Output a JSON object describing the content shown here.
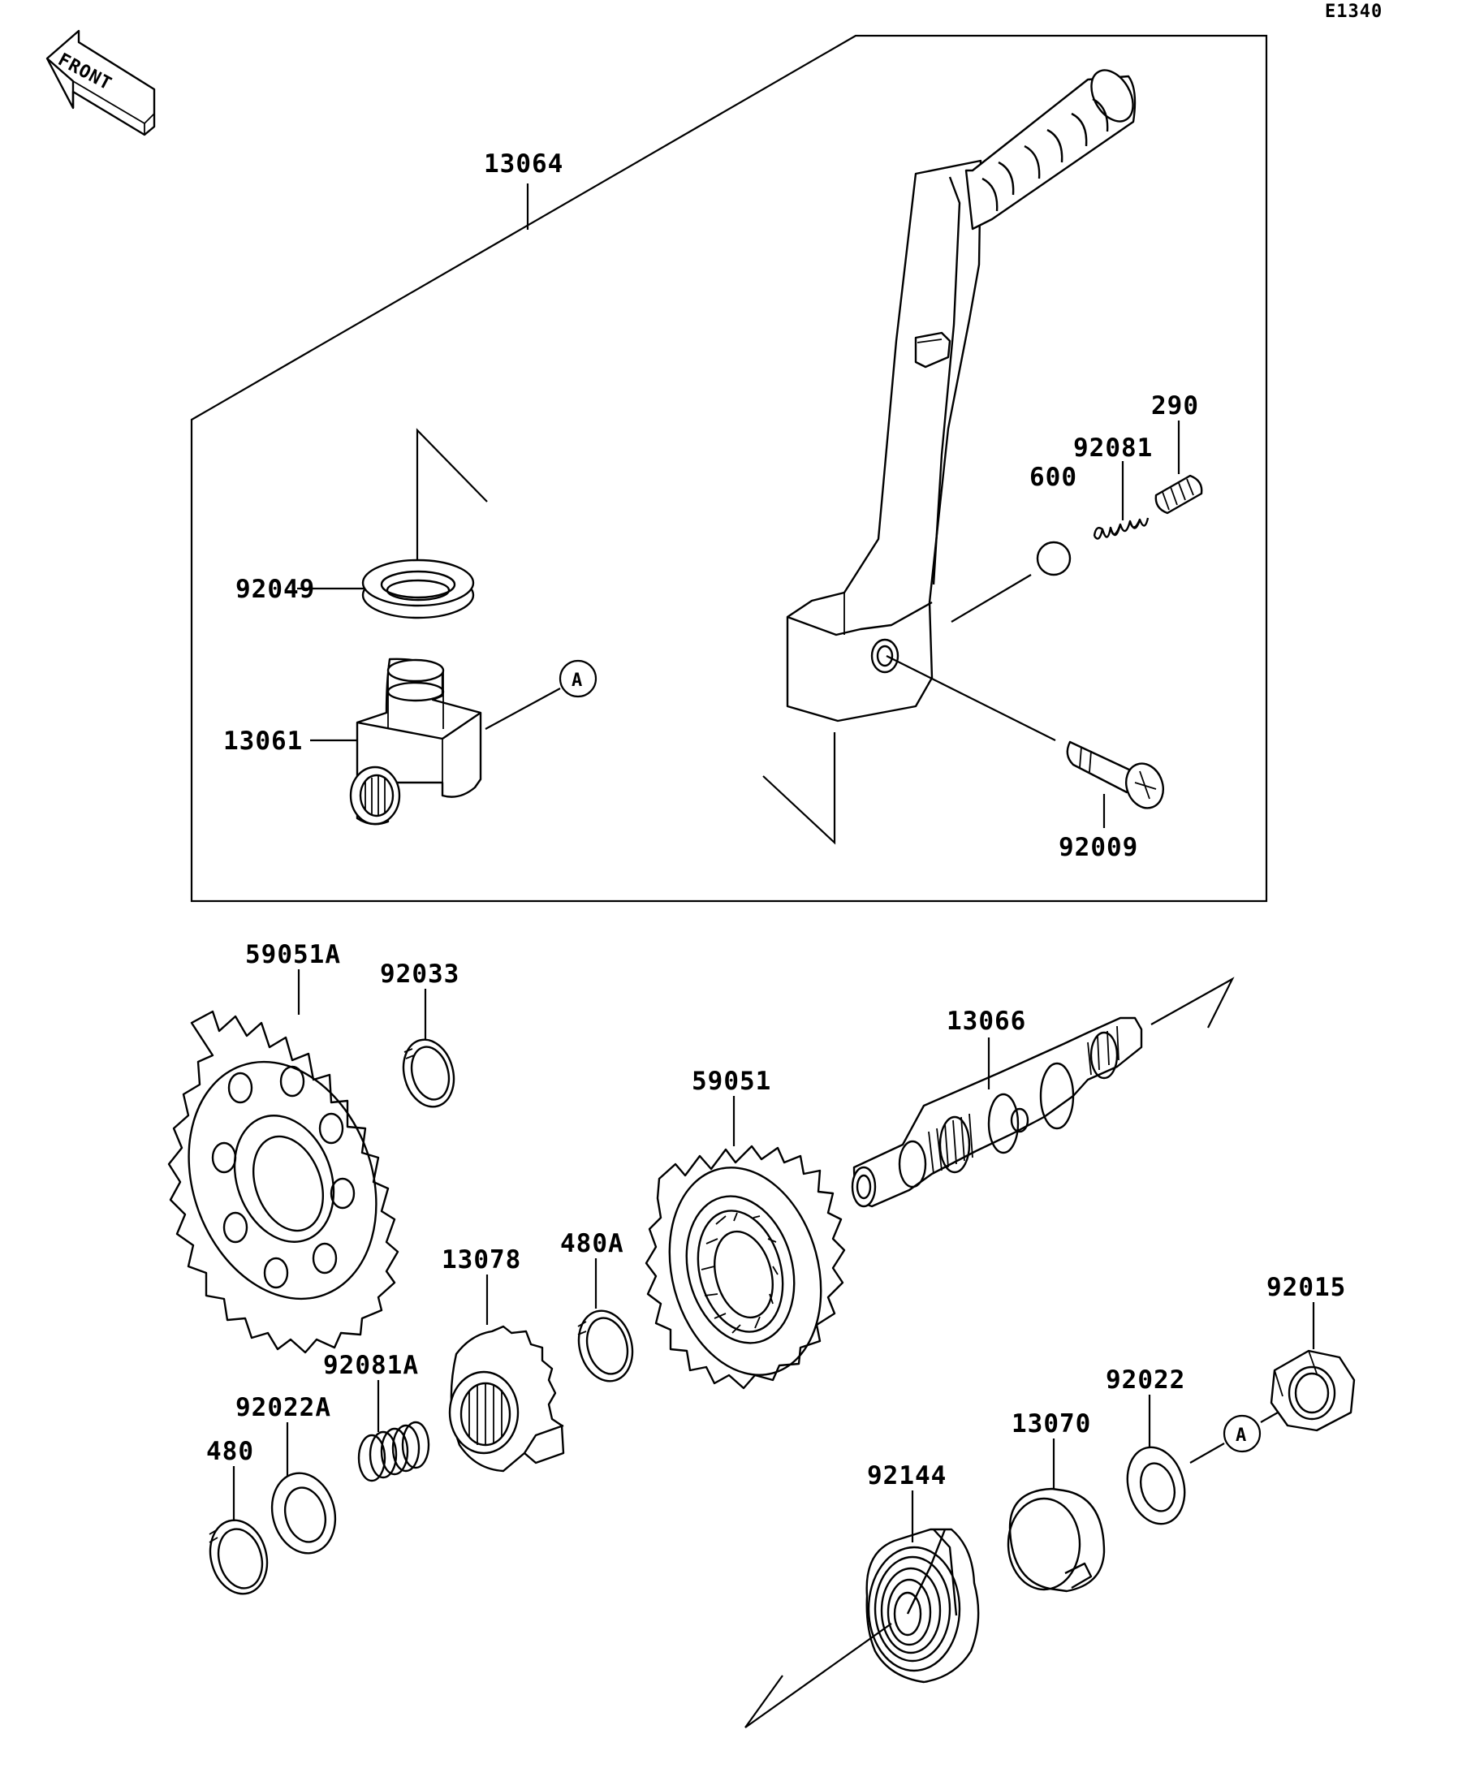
{
  "diagram_code": "E1340",
  "front_label": "FRONT",
  "callout_ref": "A",
  "parts": {
    "p13064": "13064",
    "p92049": "92049",
    "p13061": "13061",
    "p600": "600",
    "p92081": "92081",
    "p290": "290",
    "p92009": "92009",
    "p59051A": "59051A",
    "p92033": "92033",
    "p13066": "13066",
    "p59051": "59051",
    "p13078": "13078",
    "p480A": "480A",
    "p92081A": "92081A",
    "p92022A": "92022A",
    "p480": "480",
    "p92015": "92015",
    "p92022": "92022",
    "p13070": "13070",
    "p92144": "92144"
  }
}
